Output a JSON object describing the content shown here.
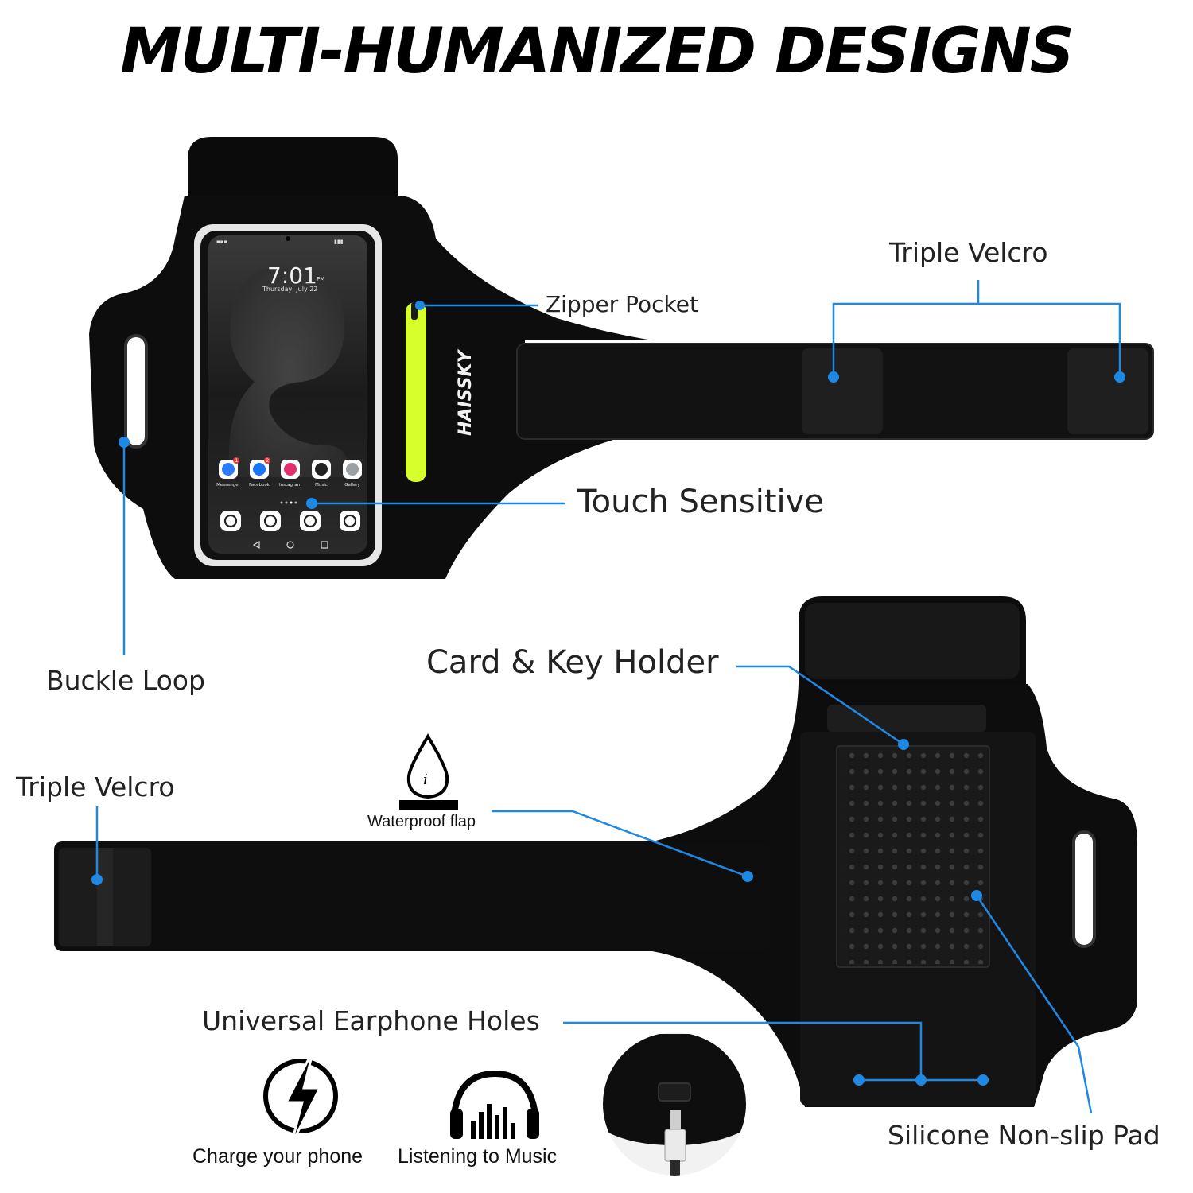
{
  "title": "MULTI-HUMANIZED DESIGNS",
  "brand": "HAISSKY",
  "accent_color": "#1e88e5",
  "zipper_color": "#d7ff2b",
  "labels": {
    "triple_velcro_top": "Triple Velcro",
    "zipper_pocket": "Zipper Pocket",
    "touch_sensitive": "Touch Sensitive",
    "buckle_loop": "Buckle Loop",
    "card_key_holder": "Card & Key Holder",
    "triple_velcro_left": "Triple Velcro",
    "waterproof_flap": "Waterproof flap",
    "universal_earphone_holes": "Universal Earphone Holes",
    "silicone_pad": "Silicone Non-slip Pad",
    "charge_phone": "Charge your phone",
    "listening_music": "Listening to Music"
  },
  "phone_screen": {
    "time": "7:01",
    "ampm": "PM",
    "date": "Thursday, July 22",
    "apps_row1": [
      {
        "name": "Messenger",
        "icon": "messenger-icon",
        "color": "#2b7bff",
        "badge": "1"
      },
      {
        "name": "Facebook",
        "icon": "facebook-icon",
        "color": "#1877f2",
        "badge": "2"
      },
      {
        "name": "Instagram",
        "icon": "instagram-icon",
        "color": "#e1306c",
        "badge": ""
      },
      {
        "name": "Music",
        "icon": "music-icon",
        "color": "#222222",
        "badge": ""
      },
      {
        "name": "Gallery",
        "icon": "gallery-icon",
        "color": "#9aa0a6",
        "badge": ""
      }
    ],
    "dock": [
      {
        "icon": "messages-icon"
      },
      {
        "icon": "phone-icon"
      },
      {
        "icon": "contacts-icon"
      },
      {
        "icon": "camera-icon"
      }
    ],
    "nav": [
      {
        "icon": "back-icon"
      },
      {
        "icon": "home-icon"
      },
      {
        "icon": "recents-icon"
      }
    ]
  },
  "icons": {
    "waterproof": "water-drop-icon",
    "charge": "lightning-bolt-icon",
    "music": "headphones-icon",
    "cable": "lightning-cable-icon"
  }
}
